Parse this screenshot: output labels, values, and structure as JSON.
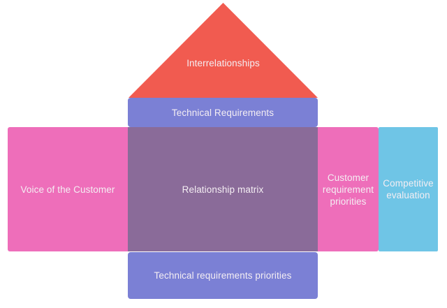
{
  "colors": {
    "background": "#ffffff",
    "roof_red": "#f15b50",
    "band_purple": "#7b80d5",
    "pink": "#ee6eba",
    "blue": "#6fc5e6",
    "overlap_purple": "#8a6b99",
    "text": "#f4eef3"
  },
  "regions": {
    "interrelationships": {
      "label": "Interrelationships"
    },
    "technical_requirements": {
      "label": "Technical Requirements"
    },
    "voice_of_customer": {
      "label": "Voice of the Customer"
    },
    "relationship_matrix": {
      "label": "Relationship matrix"
    },
    "customer_requirement_priorities": {
      "label": "Customer requirement priorities"
    },
    "competitive_evaluation": {
      "label": "Competitive evaluation"
    },
    "technical_requirements_priorities": {
      "label": "Technical requirements priorities"
    }
  }
}
